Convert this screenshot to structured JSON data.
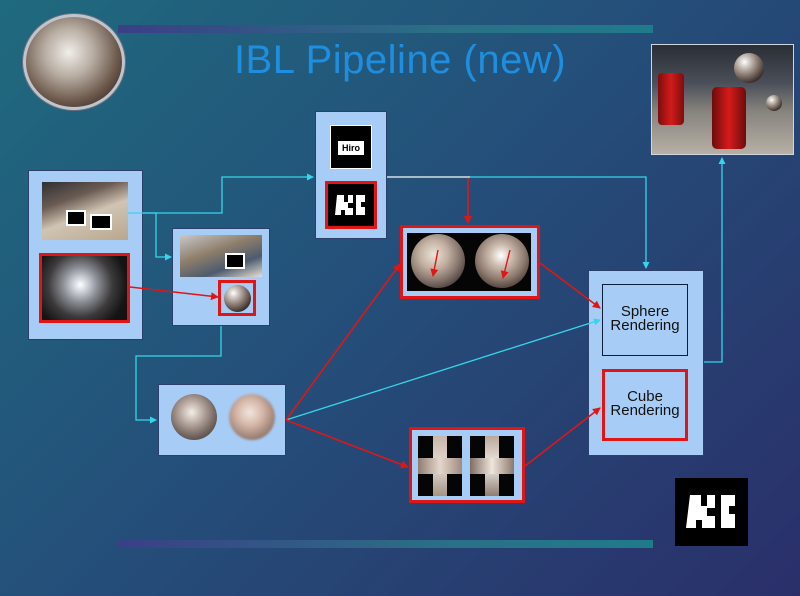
{
  "slide": {
    "title": "IBL Pipeline (new)",
    "hiro_label": "Hiro",
    "sphere_rendering_label": "Sphere Rendering",
    "cube_rendering_label": "Cube Rendering"
  },
  "colors": {
    "title": "#1e8fe0",
    "box_fill": "#a7ccf5",
    "red_arrow": "#e01616",
    "cyan_line": "#35d6ea"
  },
  "icons": [
    "mirror-ball-photo",
    "ar-marker-icon",
    "hiro-marker-icon",
    "coke-can-render-photo"
  ]
}
